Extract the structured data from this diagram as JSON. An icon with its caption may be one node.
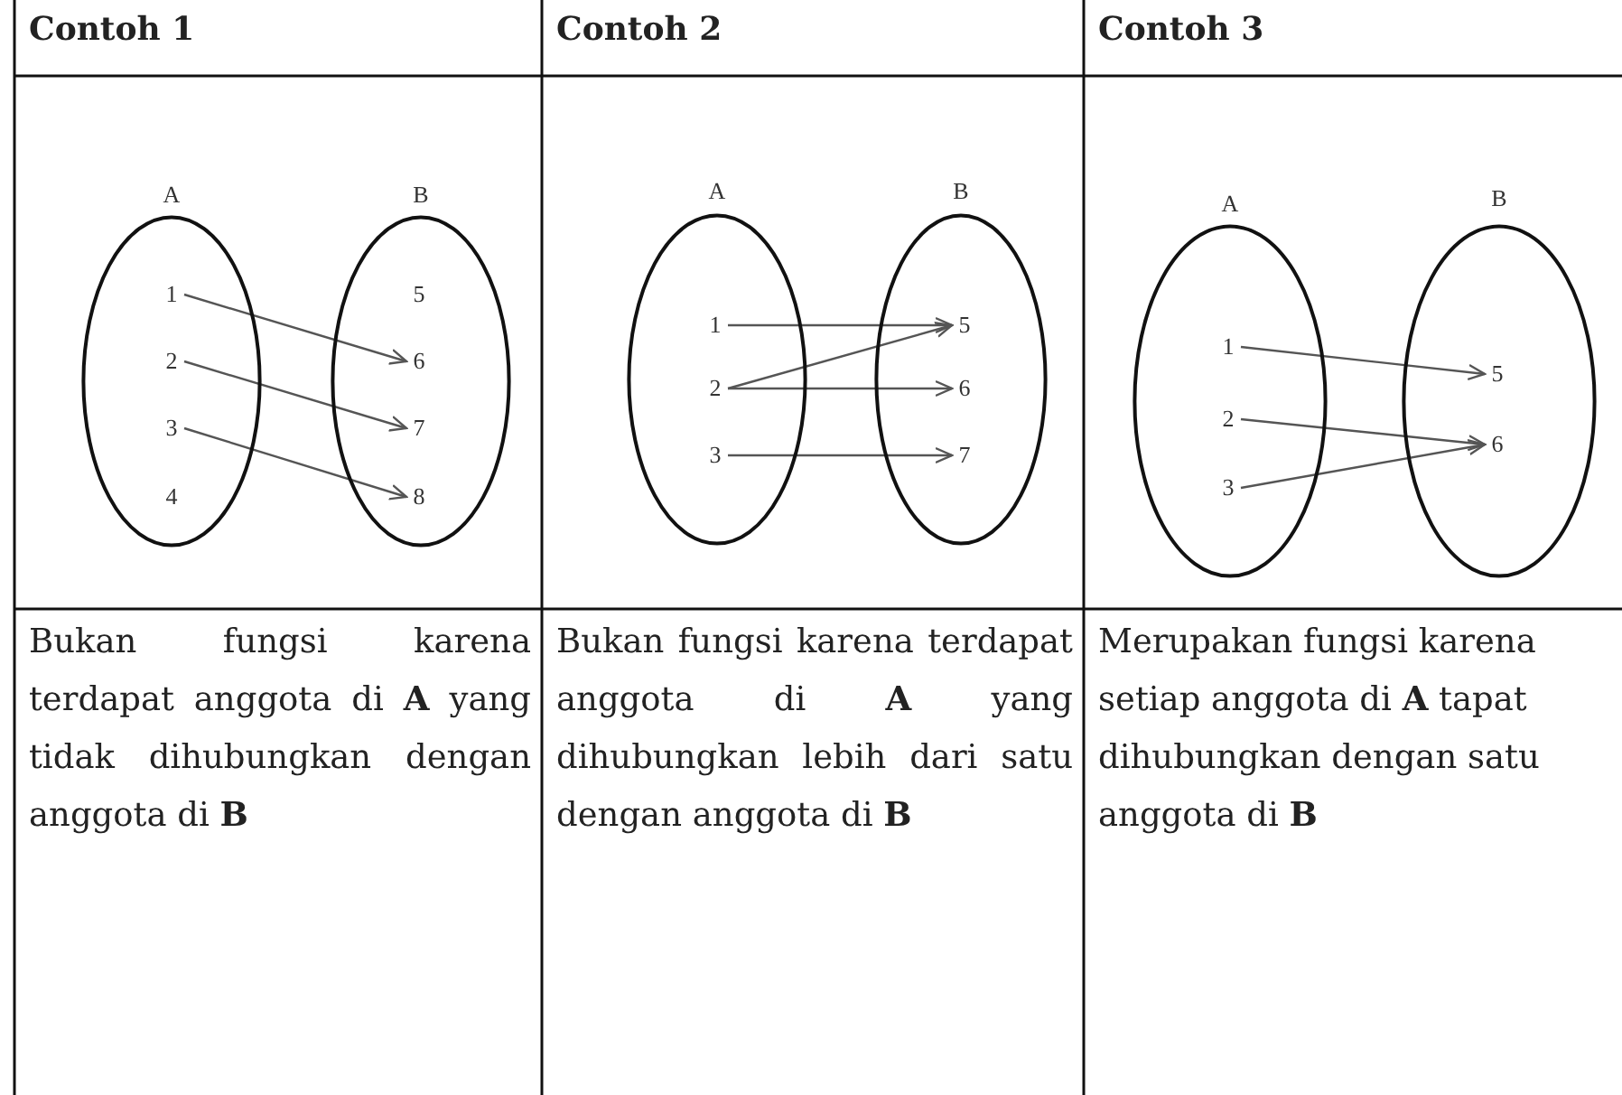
{
  "diagram": {
    "nodes": [
      {
        "text": [
          "A"
        ]
      },
      {
        "text": [
          "1"
        ],
        "in": 0
      },
      {
        "text": [
          "2"
        ],
        "in": 0
      },
      {
        "text": [
          "3"
        ],
        "in": 0
      },
      {
        "text": [
          "4"
        ],
        "in": 0
      },
      {
        "text": [
          "B"
        ]
      },
      {
        "text": [
          "5"
        ],
        "in": 5
      },
      {
        "text": [
          "6"
        ],
        "in": 5
      },
      {
        "text": [
          "7"
        ],
        "in": 5
      },
      {
        "text": [
          "8"
        ],
        "in": 5
      },
      {
        "text": [
          "A"
        ]
      },
      {
        "text": [
          "1"
        ],
        "in": 10
      },
      {
        "text": [
          "2"
        ],
        "in": 10
      },
      {
        "text": [
          "3"
        ],
        "in": 10
      },
      {
        "text": [
          "B"
        ]
      },
      {
        "text": [
          "5"
        ],
        "in": 14
      },
      {
        "text": [
          "6"
        ],
        "in": 14
      },
      {
        "text": [
          "7"
        ],
        "in": 14
      },
      {
        "text": [
          "A"
        ]
      },
      {
        "text": [
          "1"
        ],
        "in": 18
      },
      {
        "text": [
          "2"
        ],
        "in": 18
      },
      {
        "text": [
          "3"
        ],
        "in": 18
      },
      {
        "text": [
          "B"
        ]
      },
      {
        "text": [
          "5"
        ],
        "in": 22
      },
      {
        "text": [
          "6"
        ],
        "in": 22
      }
    ],
    "edges": [
      {
        "from": 1,
        "to": 7,
        "arrow": "to"
      },
      {
        "from": 2,
        "to": 8,
        "arrow": "to"
      },
      {
        "from": 3,
        "to": 9,
        "arrow": "to"
      },
      {
        "from": 11,
        "to": 15,
        "arrow": "to"
      },
      {
        "from": 12,
        "to": 15,
        "arrow": "to"
      },
      {
        "from": 12,
        "to": 16,
        "arrow": "to"
      },
      {
        "from": 13,
        "to": 17,
        "arrow": "to"
      },
      {
        "from": 19,
        "to": 23,
        "arrow": "to"
      },
      {
        "from": 20,
        "to": 24,
        "arrow": "to"
      },
      {
        "from": 21,
        "to": 24,
        "arrow": "to"
      }
    ],
    "labels": [
      "Contoh 1",
      "Contoh 2",
      "Contoh 3",
      "Bukan fungsi karena terdapat anggota di **A** yang tidak dihubungkan dengan anggota di **B**",
      "Bukan fungsi karena terdapat anggota di **A** yang dihubungkan lebih dari satu dengan anggota di **B**",
      "Merupakan fungsi karena setiap anggota di **A** tapat dihubungkan dengan satu anggota di **B**"
    ]
  }
}
